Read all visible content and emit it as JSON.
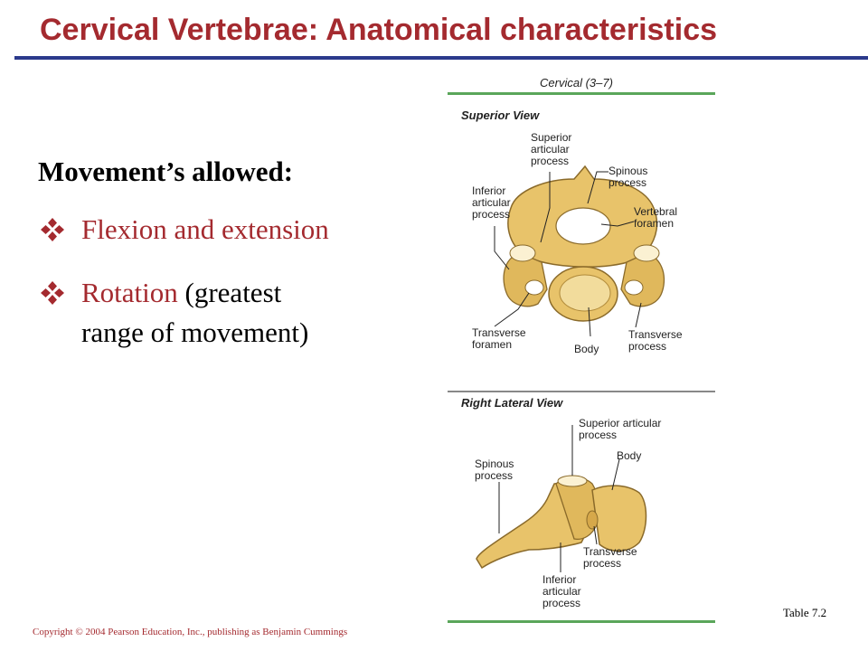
{
  "slide": {
    "title": "Cervical Vertebrae: Anatomical characteristics",
    "heading": "Movement’s allowed:",
    "bullets": [
      {
        "accent": "Flexion and extension",
        "rest": ""
      },
      {
        "accent": "Rotation",
        "rest": " (greatest",
        "line2": "range of movement)"
      }
    ],
    "table_ref": "Table 7.2",
    "copyright": "Copyright © 2004 Pearson Education, Inc., publishing as Benjamin Cummings",
    "colors": {
      "title": "#a42a2f",
      "rule": "#2b3a8c",
      "accent": "#a42a2f",
      "bullet_icon": "#a42a2f",
      "figure_rule": "#5aa65a",
      "bone": "#e8c36a"
    },
    "bullet_icon": "four-diamond-icon"
  },
  "figure": {
    "header": "Cervical (3–7)",
    "superior": {
      "view_title": "Superior View",
      "labels": {
        "superior_articular": [
          "Superior",
          "articular",
          "process"
        ],
        "spinous": [
          "Spinous",
          "process"
        ],
        "inferior_articular": [
          "Inferior",
          "articular",
          "process"
        ],
        "vertebral_foramen": [
          "Vertebral",
          "foramen"
        ],
        "transverse_foramen": [
          "Transverse",
          "foramen"
        ],
        "body": [
          "Body"
        ],
        "transverse_process": [
          "Transverse",
          "process"
        ]
      }
    },
    "lateral": {
      "view_title": "Right Lateral View",
      "labels": {
        "superior_articular": [
          "Superior articular",
          "process"
        ],
        "body": [
          "Body"
        ],
        "spinous": [
          "Spinous",
          "process"
        ],
        "transverse_process": [
          "Transverse",
          "process"
        ],
        "inferior_articular": [
          "Inferior",
          "articular",
          "process"
        ]
      }
    }
  }
}
